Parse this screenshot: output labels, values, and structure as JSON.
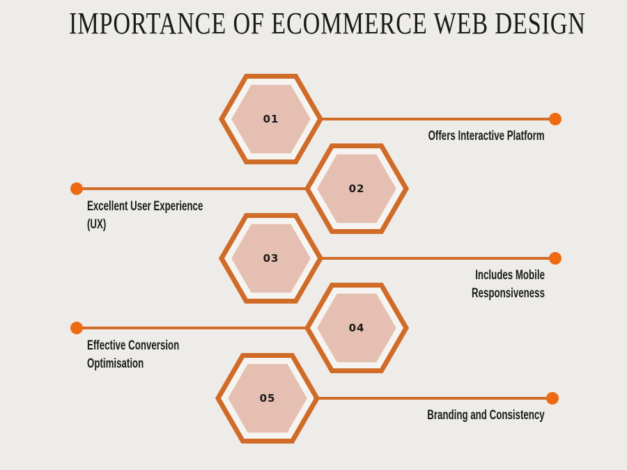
{
  "title": "IMPORTANCE OF ECOMMERCE WEB DESIGN",
  "colors": {
    "background": "#EDECE9",
    "hex_border": "#D06B28",
    "hex_ring": "#F6F4F1",
    "hex_fill": "#E5C0B2",
    "line": "#D06B28",
    "dot": "#EE6A12",
    "text": "#1A1A1A"
  },
  "items": [
    {
      "number": "01",
      "side": "right",
      "label": "Offers Interactive Platform",
      "lines": [
        "Offers Interactive Platform"
      ]
    },
    {
      "number": "02",
      "side": "left",
      "label": "Excellent User Experience (UX)",
      "lines": [
        "Excellent User Experience",
        "(UX)"
      ]
    },
    {
      "number": "03",
      "side": "right",
      "label": "Includes Mobile Responsiveness",
      "lines": [
        "Includes Mobile",
        "Responsiveness"
      ]
    },
    {
      "number": "04",
      "side": "left",
      "label": "Effective Conversion Optimisation",
      "lines": [
        "Effective Conversion",
        "Optimisation"
      ]
    },
    {
      "number": "05",
      "side": "right",
      "label": "Branding and Consistency",
      "lines": [
        "Branding and Consistency"
      ]
    }
  ]
}
